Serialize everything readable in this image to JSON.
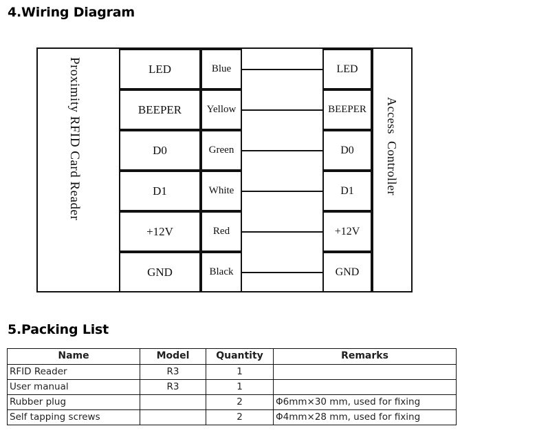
{
  "sections": {
    "wiring": {
      "heading": "4.Wiring Diagram"
    },
    "packing": {
      "heading": "5.Packing List"
    }
  },
  "wiring_diagram": {
    "left_device_label": "Proximity RFID Card Reader",
    "right_device_label": "Access  Controller",
    "rows": [
      {
        "signal": "LED",
        "wire_color": "Blue",
        "terminal": "LED"
      },
      {
        "signal": "BEEPER",
        "wire_color": "Yellow",
        "terminal": "BEEPER"
      },
      {
        "signal": "D0",
        "wire_color": "Green",
        "terminal": "D0"
      },
      {
        "signal": "D1",
        "wire_color": "White",
        "terminal": "D1"
      },
      {
        "signal": "+12V",
        "wire_color": "Red",
        "terminal": "+12V"
      },
      {
        "signal": "GND",
        "wire_color": "Black",
        "terminal": "GND"
      }
    ]
  },
  "packing_list": {
    "columns": [
      "Name",
      "Model",
      "Quantity",
      "Remarks"
    ],
    "rows": [
      {
        "name": "RFID Reader",
        "model": "R3",
        "quantity": "1",
        "remarks": ""
      },
      {
        "name": "User manual",
        "model": "R3",
        "quantity": "1",
        "remarks": ""
      },
      {
        "name": "Rubber plug",
        "model": "",
        "quantity": "2",
        "remarks": "Φ6mm×30 mm, used for fixing"
      },
      {
        "name": "Self tapping screws",
        "model": "",
        "quantity": "2",
        "remarks": "Φ4mm×28 mm, used for fixing"
      }
    ]
  },
  "colors": {
    "line": "#111111",
    "text": "#1a1a1a",
    "background": "#ffffff"
  }
}
